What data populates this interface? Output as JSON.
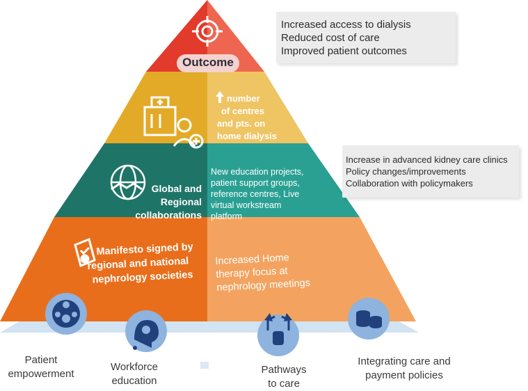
{
  "outcome": {
    "label": "Outcome",
    "box": [
      "Increased access to dialysis",
      "Reduced cost of care",
      "Improved patient outcomes"
    ]
  },
  "tier2": {
    "right": [
      "number",
      "of centres",
      "and pts. on",
      "home dialysis"
    ]
  },
  "tier3": {
    "left": [
      "Global and",
      "Regional",
      "collaborations"
    ],
    "right": [
      "New education projects,",
      "patient support groups,",
      "reference centres, Live",
      "virtual workstream",
      "platform"
    ],
    "box": [
      "Increase in advanced kidney care clinics",
      "Policy changes/improvements",
      "Collaboration with policymakers"
    ]
  },
  "tier4": {
    "left": [
      "Manifesto signed by",
      "regional and national",
      "nephrology societies"
    ],
    "right": [
      "Increased Home",
      "therapy focus at",
      "nephrology meetings"
    ]
  },
  "pillars": [
    {
      "icon": "people-gear-icon",
      "label": [
        "Patient",
        "empowerment"
      ]
    },
    {
      "icon": "lightbulb-head-icon",
      "label": [
        "Workforce",
        "education"
      ]
    },
    {
      "icon": "hand-arrows-icon",
      "label": [
        "Pathways",
        "to care"
      ]
    },
    {
      "icon": "coins-icon",
      "label": [
        "Integrating care and",
        "payment policies"
      ]
    }
  ],
  "colors": {
    "apex_left": "#e23a2b",
    "apex_right": "#ee6650",
    "tier2_left": "#e5ad2a",
    "tier2_right": "#efc565",
    "tier3_left": "#20756a",
    "tier3_right": "#2aa194",
    "tier4_left": "#ea701b",
    "tier4_right": "#f2a25f",
    "base": "#cfe1f1",
    "icon_circle": "#7ea9d9",
    "icon_dark": "#1f3f7a"
  }
}
